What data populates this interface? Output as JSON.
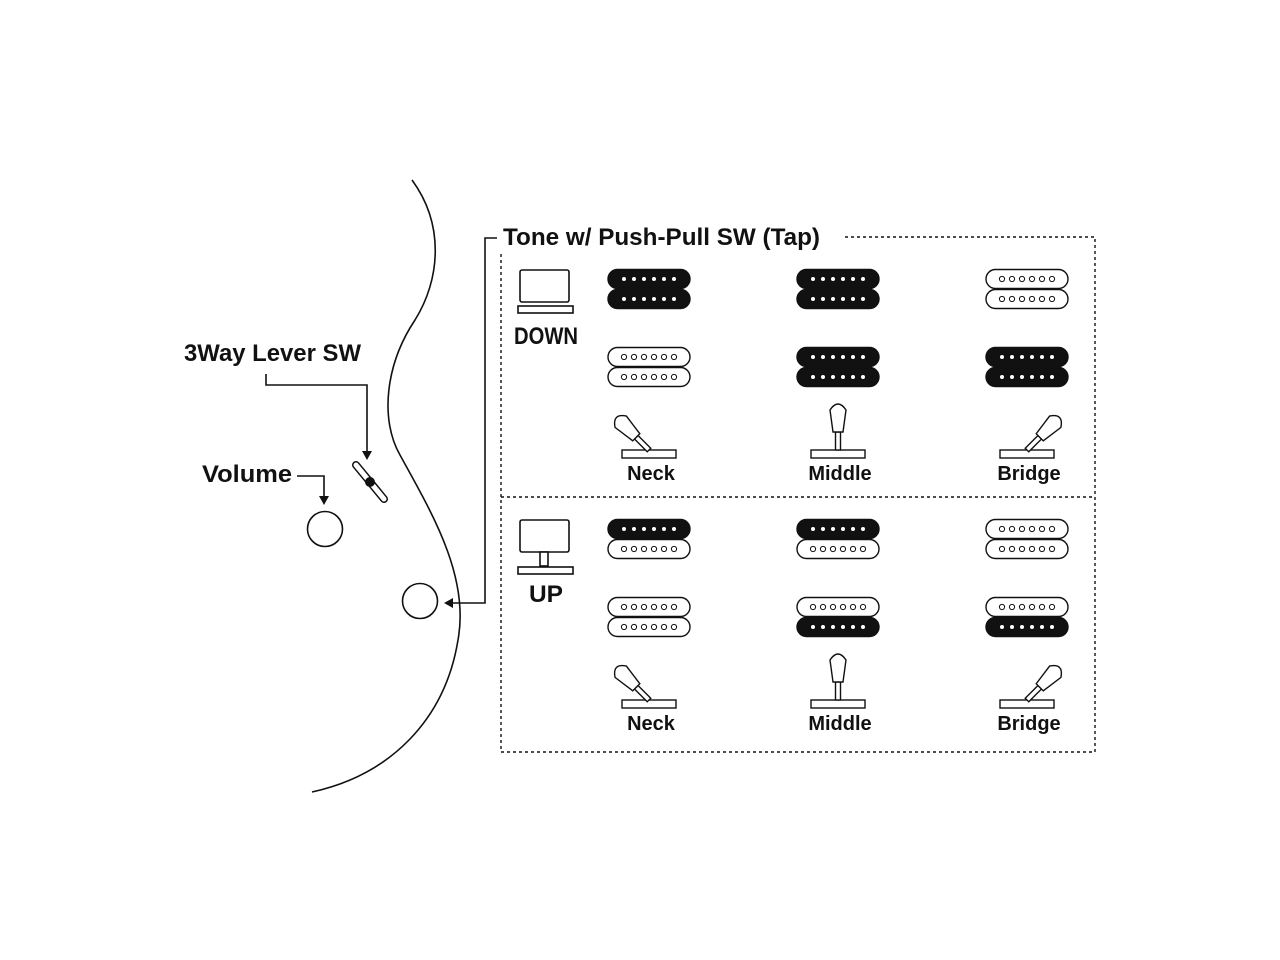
{
  "labels": {
    "lever_switch": "3Way Lever SW",
    "volume": "Volume",
    "tone": "Tone w/ Push-Pull SW (Tap)"
  },
  "modes": [
    {
      "state": "DOWN",
      "positions": [
        {
          "label": "Neck",
          "switch": "neck",
          "pickups": {
            "neck": {
              "top": "active",
              "bottom": "active"
            },
            "bridge": {
              "top": "inactive",
              "bottom": "inactive"
            }
          }
        },
        {
          "label": "Middle",
          "switch": "middle",
          "pickups": {
            "neck": {
              "top": "active",
              "bottom": "active"
            },
            "bridge": {
              "top": "active",
              "bottom": "active"
            }
          }
        },
        {
          "label": "Bridge",
          "switch": "bridge",
          "pickups": {
            "neck": {
              "top": "inactive",
              "bottom": "inactive"
            },
            "bridge": {
              "top": "active",
              "bottom": "active"
            }
          }
        }
      ]
    },
    {
      "state": "UP",
      "positions": [
        {
          "label": "Neck",
          "switch": "neck",
          "pickups": {
            "neck": {
              "top": "active",
              "bottom": "inactive"
            },
            "bridge": {
              "top": "inactive",
              "bottom": "inactive"
            }
          }
        },
        {
          "label": "Middle",
          "switch": "middle",
          "pickups": {
            "neck": {
              "top": "active",
              "bottom": "inactive"
            },
            "bridge": {
              "top": "inactive",
              "bottom": "active"
            }
          }
        },
        {
          "label": "Bridge",
          "switch": "bridge",
          "pickups": {
            "neck": {
              "top": "inactive",
              "bottom": "inactive"
            },
            "bridge": {
              "top": "inactive",
              "bottom": "active"
            }
          }
        }
      ]
    }
  ],
  "colors": {
    "ink": "#111111",
    "background": "#ffffff"
  }
}
